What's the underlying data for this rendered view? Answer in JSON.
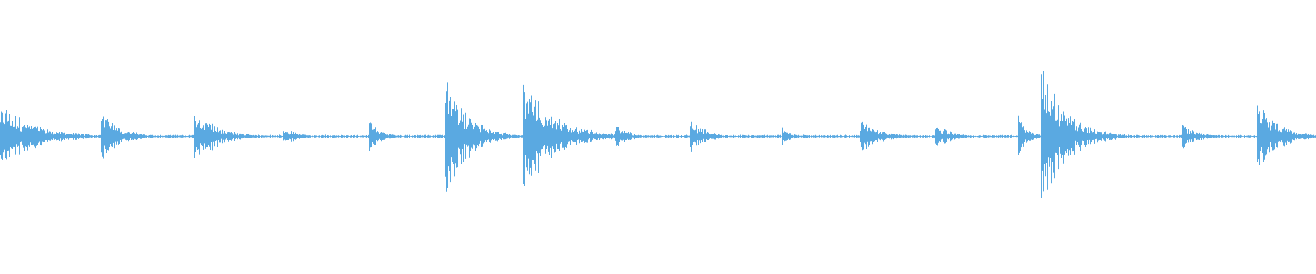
{
  "waveform": {
    "color": "#5aa9e1",
    "background": "#ffffff",
    "amplitude_range": [
      -1,
      1
    ],
    "baseline_amplitude": 0.01,
    "onsets": [
      {
        "t": 0.0,
        "peak": 0.22,
        "decay": 0.055
      },
      {
        "t": 0.077,
        "peak": 0.19,
        "decay": 0.03
      },
      {
        "t": 0.147,
        "peak": 0.22,
        "decay": 0.035
      },
      {
        "t": 0.215,
        "peak": 0.08,
        "decay": 0.02
      },
      {
        "t": 0.28,
        "peak": 0.11,
        "decay": 0.02
      },
      {
        "t": 0.338,
        "peak": 0.43,
        "decay": 0.035
      },
      {
        "t": 0.397,
        "peak": 0.42,
        "decay": 0.05
      },
      {
        "t": 0.467,
        "peak": 0.1,
        "decay": 0.02
      },
      {
        "t": 0.524,
        "peak": 0.12,
        "decay": 0.025
      },
      {
        "t": 0.594,
        "peak": 0.07,
        "decay": 0.015
      },
      {
        "t": 0.653,
        "peak": 0.13,
        "decay": 0.03
      },
      {
        "t": 0.71,
        "peak": 0.1,
        "decay": 0.025
      },
      {
        "t": 0.773,
        "peak": 0.16,
        "decay": 0.015
      },
      {
        "t": 0.791,
        "peak": 0.5,
        "decay": 0.04
      },
      {
        "t": 0.828,
        "peak": 0.04,
        "decay": 0.008
      },
      {
        "t": 0.898,
        "peak": 0.09,
        "decay": 0.025
      },
      {
        "t": 0.955,
        "peak": 0.25,
        "decay": 0.035
      }
    ]
  }
}
